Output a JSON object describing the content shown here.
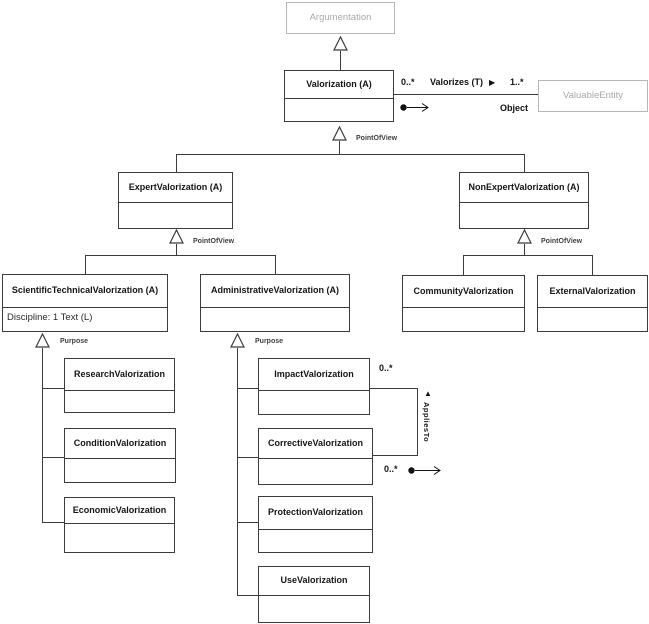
{
  "diagram": {
    "classes": {
      "argumentation": {
        "name": "Argumentation"
      },
      "valorization": {
        "name": "Valorization (A)"
      },
      "valuable_entity": {
        "name": "ValuableEntity"
      },
      "expert": {
        "name": "ExpertValorization (A)"
      },
      "nonexpert": {
        "name": "NonExpertValorization (A)"
      },
      "scientific": {
        "name": "ScientificTechnicalValorization (A)",
        "attribute": "Discipline: 1 Text (L)"
      },
      "administrative": {
        "name": "AdministrativeValorization (A)"
      },
      "community": {
        "name": "CommunityValorization"
      },
      "external": {
        "name": "ExternalValorization"
      },
      "research": {
        "name": "ResearchValorization"
      },
      "condition": {
        "name": "ConditionValorization"
      },
      "economic": {
        "name": "EconomicValorization"
      },
      "impact": {
        "name": "ImpactValorization"
      },
      "corrective": {
        "name": "CorrectiveValorization"
      },
      "protection": {
        "name": "ProtectionValorization"
      },
      "use": {
        "name": "UseValorization"
      }
    },
    "associations": {
      "valorizes": {
        "name": "Valorizes (T)",
        "direction_marker": "▶",
        "source_multiplicity": "0..*",
        "target_multiplicity": "1..*",
        "target_role": "Object"
      },
      "applies_to": {
        "name": "AppliesTo",
        "direction_marker": "▲",
        "source_multiplicity": "0..*",
        "target_multiplicity": "0..*"
      }
    },
    "edge_labels": {
      "point_of_view": "PointOfView",
      "purpose": "Purpose"
    },
    "colors": {
      "line": "#3b3b3b",
      "muted_border": "#b7b7b7",
      "muted_text": "#a8a8a8"
    }
  }
}
